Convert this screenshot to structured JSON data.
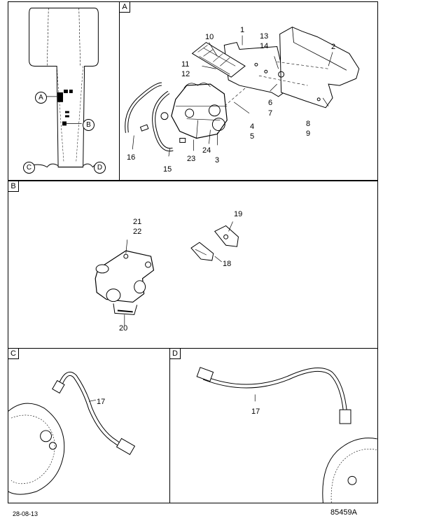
{
  "panels": {
    "overview": {
      "markers": {
        "a": "A",
        "b": "B",
        "c": "C",
        "d": "D"
      }
    },
    "a": {
      "tag": "A",
      "callouts": {
        "c1": "1",
        "c2": "2",
        "c3": "3",
        "c4": "4",
        "c5": "5",
        "c6": "6",
        "c7": "7",
        "c8": "8",
        "c9": "9",
        "c10": "10",
        "c11": "11",
        "c12": "12",
        "c13": "13",
        "c14": "14",
        "c15": "15",
        "c16": "16",
        "c23": "23",
        "c24": "24"
      }
    },
    "b": {
      "tag": "B",
      "callouts": {
        "c18": "18",
        "c19": "19",
        "c20": "20",
        "c21": "21",
        "c22": "22"
      }
    },
    "c": {
      "tag": "C",
      "callouts": {
        "c17": "17"
      }
    },
    "d": {
      "tag": "D",
      "callouts": {
        "c17": "17"
      }
    }
  },
  "footer": {
    "date": "28-08-13",
    "doc_number": "85459A"
  }
}
